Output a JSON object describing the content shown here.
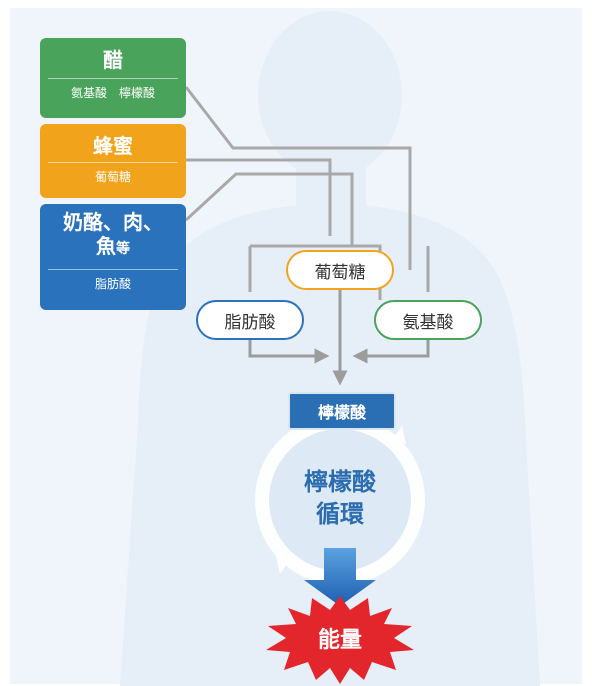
{
  "sources": {
    "vinegar": {
      "title": "醋",
      "products": "氨基酸　檸檬酸",
      "color": "#4aa35a"
    },
    "honey": {
      "title": "蜂蜜",
      "products": "葡萄糖",
      "color": "#f2a31c"
    },
    "dairy": {
      "title_line1": "奶酪、肉、",
      "title_line2": "魚",
      "title_suffix": "等",
      "products": "脂肪酸",
      "color": "#2b72bd"
    }
  },
  "intermediates": {
    "glucose": {
      "label": "葡萄糖",
      "color": "#f2a31c"
    },
    "fatty_acid": {
      "label": "脂肪酸",
      "color": "#2b72bd"
    },
    "amino_acid": {
      "label": "氨基酸",
      "color": "#4aa35a"
    }
  },
  "citric_acid": {
    "label": "檸檬酸"
  },
  "cycle": {
    "line1": "檸檬酸",
    "line2": "循環"
  },
  "energy": {
    "label": "能量",
    "color": "#e3262c"
  },
  "colors": {
    "body": "#e6eff8",
    "background": "#f0f5fb",
    "arrow_gray": "#9c9c9c"
  }
}
